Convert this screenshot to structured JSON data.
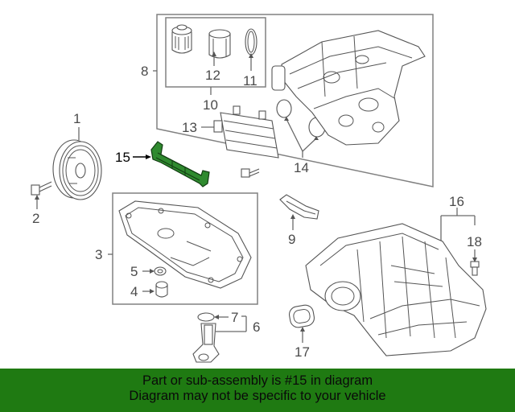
{
  "labels": {
    "p1": "1",
    "p2": "2",
    "p3": "3",
    "p4": "4",
    "p5": "5",
    "p6": "6",
    "p7": "7",
    "p8": "8",
    "p9": "9",
    "p10": "10",
    "p11": "11",
    "p12": "12",
    "p13": "13",
    "p14": "14",
    "p15": "15",
    "p16": "16",
    "p17": "17",
    "p18": "18"
  },
  "highlight_color": "#2f8a2f",
  "banner": {
    "line1": "Part or sub-assembly is #15 in diagram",
    "line2": "Diagram may not be specific to your vehicle",
    "color": "#1f7a12"
  }
}
